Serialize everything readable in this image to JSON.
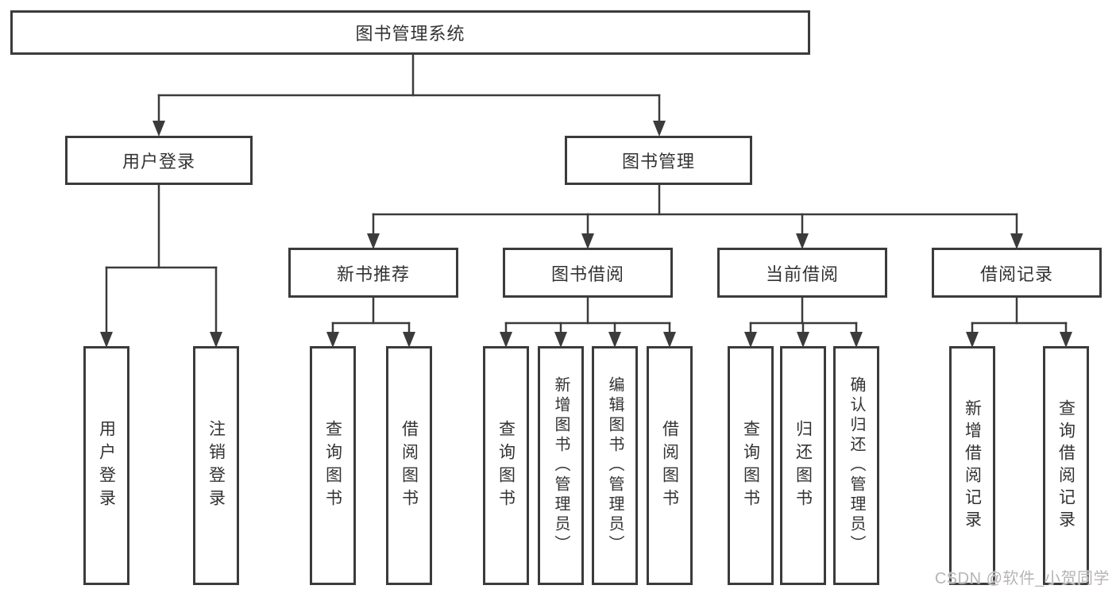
{
  "colors": {
    "line": "#3b3b3b",
    "text": "#333333",
    "box_fill": "#ffffff",
    "watermark": "#b9b4b4"
  },
  "nodes": {
    "root": {
      "label": "图书管理系统"
    },
    "user_login": {
      "label": "用户登录"
    },
    "book_management": {
      "label": "图书管理"
    },
    "new_book_recommend": {
      "label": "新书推荐"
    },
    "book_borrow": {
      "label": "图书借阅"
    },
    "current_borrow": {
      "label": "当前借阅"
    },
    "borrow_records": {
      "label": "借阅记录"
    },
    "leaf_user_login": {
      "label": "用户登录"
    },
    "leaf_logout": {
      "label": "注销登录"
    },
    "leaf_query_book_recommend": {
      "label": "查询图书"
    },
    "leaf_borrow_book_recommend": {
      "label": "借阅图书"
    },
    "leaf_query_book_borrow": {
      "label": "查询图书"
    },
    "leaf_add_book_admin": {
      "label": "新增图书（管理员）"
    },
    "leaf_edit_book_admin": {
      "label": "编辑图书（管理员）"
    },
    "leaf_borrow_book_borrow": {
      "label": "借阅图书"
    },
    "leaf_query_book_current": {
      "label": "查询图书"
    },
    "leaf_return_book": {
      "label": "归还图书"
    },
    "leaf_confirm_return_admin": {
      "label": "确认归还（管理员）"
    },
    "leaf_add_borrow_record": {
      "label": "新增借阅记录"
    },
    "leaf_query_borrow_record": {
      "label": "查询借阅记录"
    }
  },
  "watermark": {
    "text": "CSDN @软件_小贺同学"
  }
}
